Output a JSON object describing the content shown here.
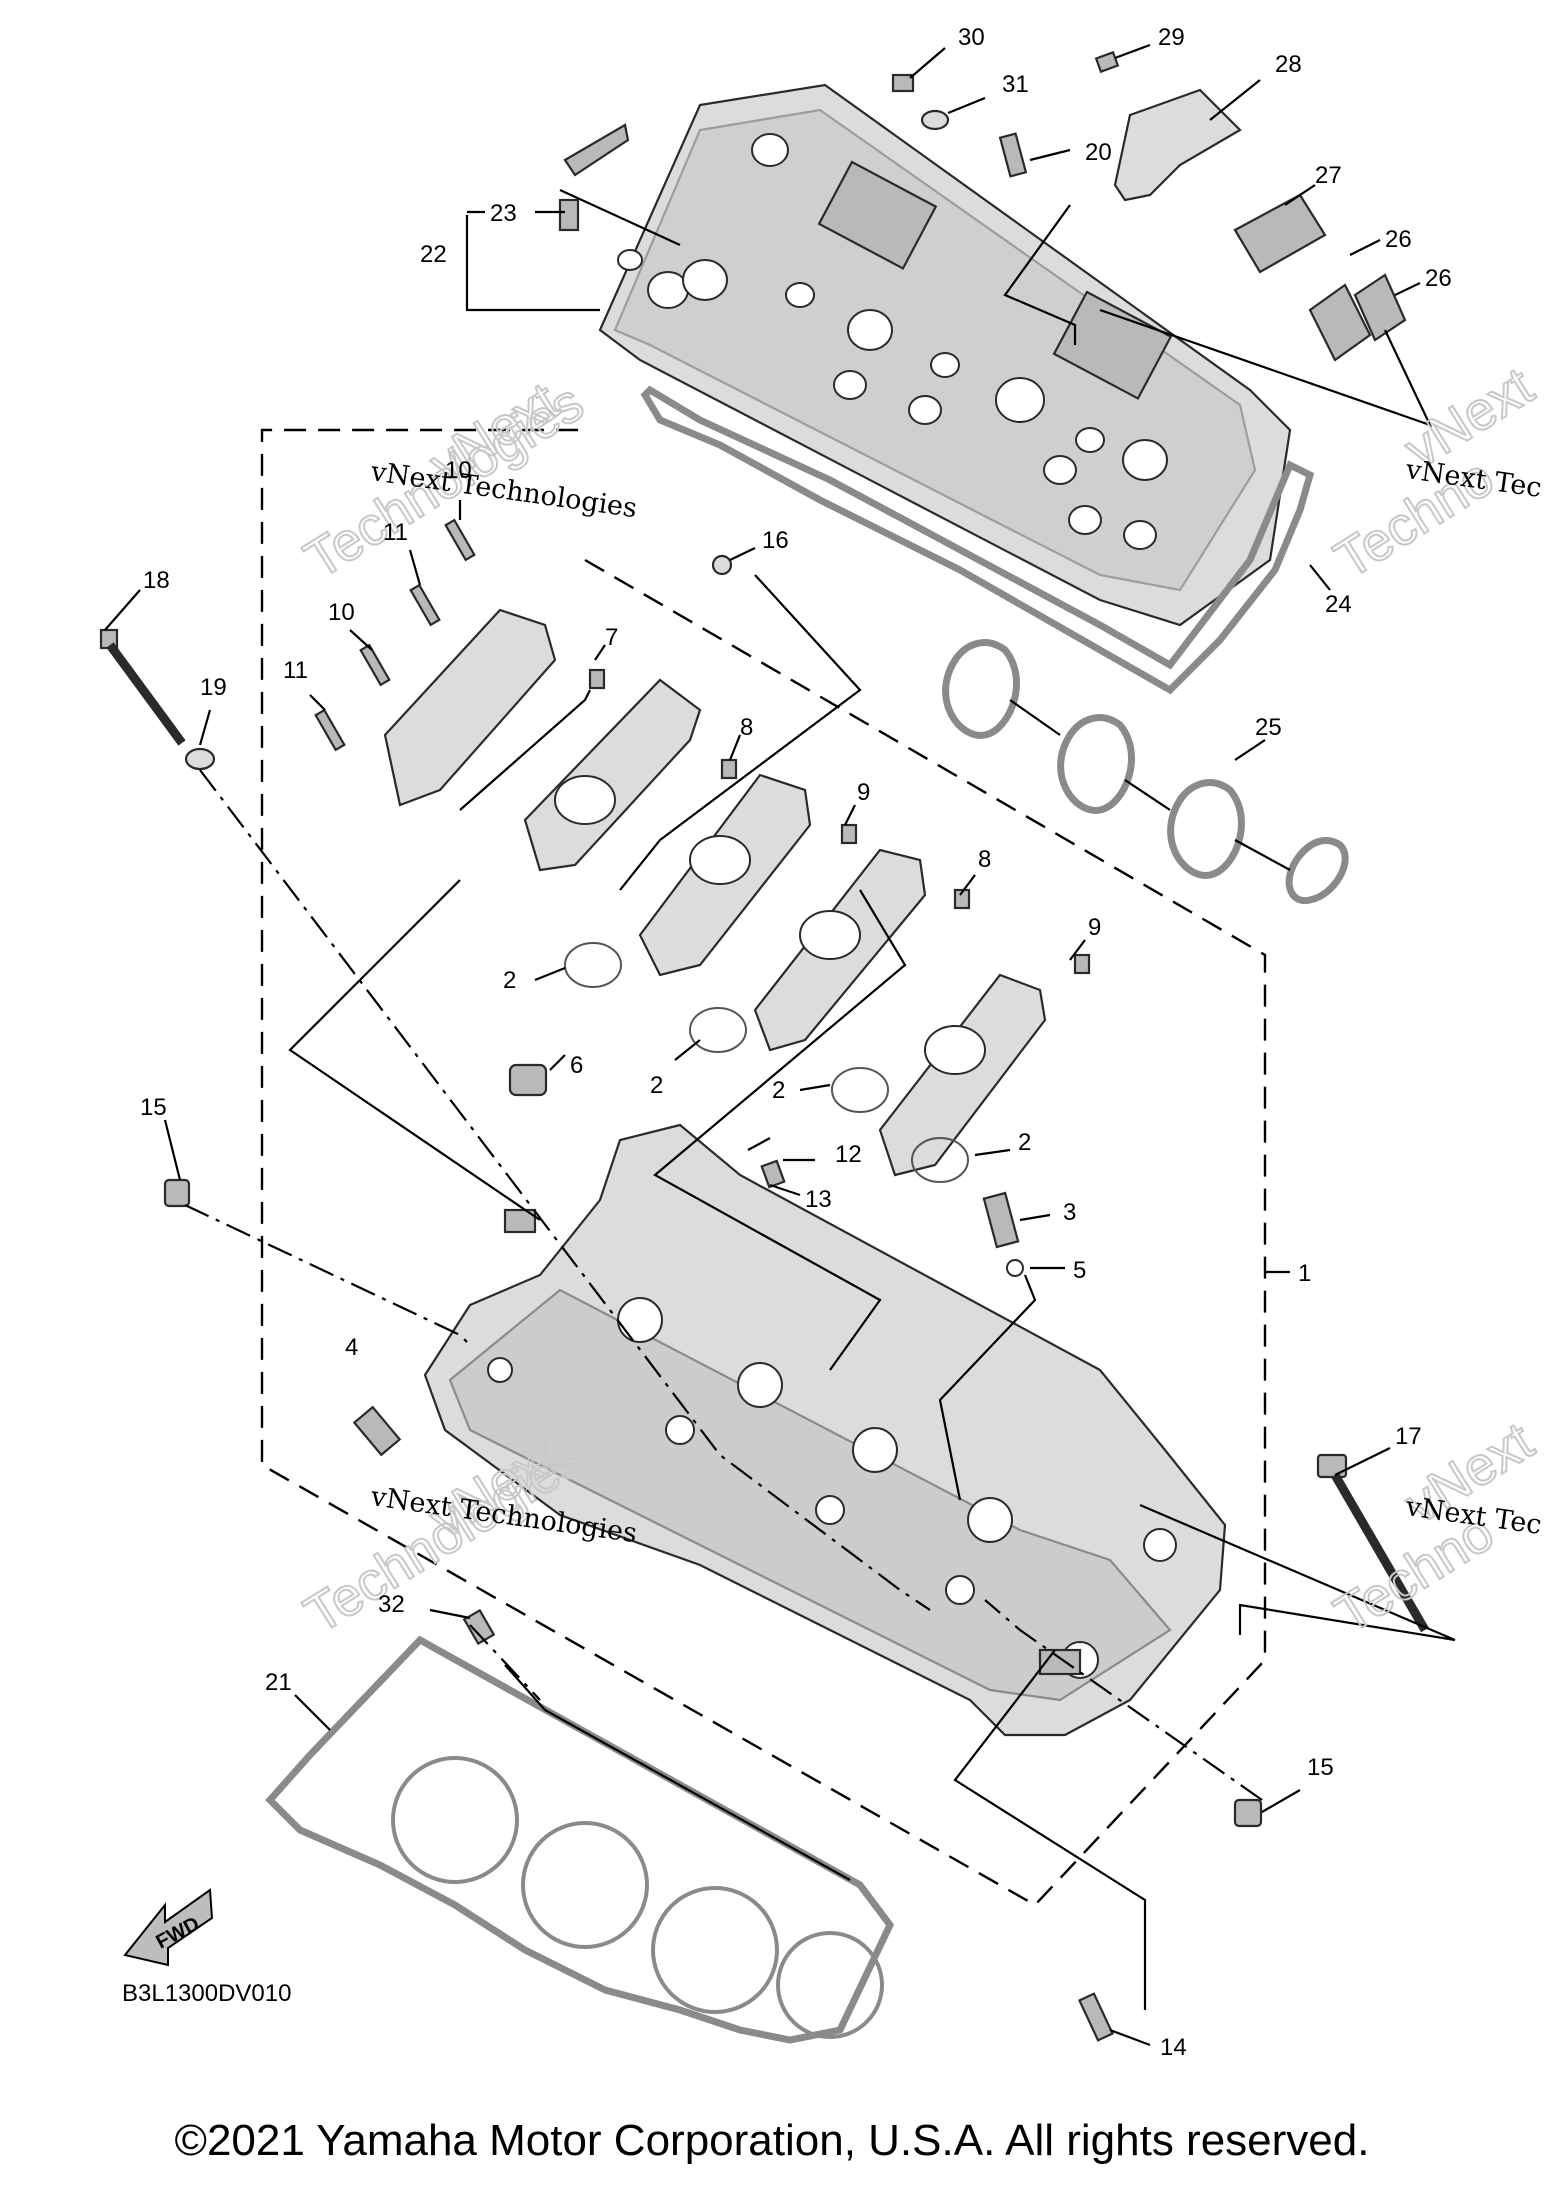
{
  "callouts": {
    "c1": "1",
    "c2": "2",
    "c3": "3",
    "c4": "4",
    "c5": "5",
    "c6": "6",
    "c7": "7",
    "c8": "8",
    "c9": "9",
    "c10": "10",
    "c11": "11",
    "c12": "12",
    "c13": "13",
    "c14": "14",
    "c15": "15",
    "c16": "16",
    "c17": "17",
    "c18": "18",
    "c19": "19",
    "c20": "20",
    "c21": "21",
    "c22": "22",
    "c23": "23",
    "c24": "24",
    "c25": "25",
    "c26": "26",
    "c27": "27",
    "c28": "28",
    "c29": "29",
    "c30": "30",
    "c31": "31",
    "c32": "32"
  },
  "watermark": {
    "line1": "vNext Technologies",
    "line1_cut": "vNext Tec",
    "big1": "vNext",
    "big2": "Technologies",
    "big2_cut": "Techno"
  },
  "fwd_label": "FWD",
  "diagram_code": "B3L1300DV010",
  "copyright": "©2021 Yamaha Motor Corporation, U.S.A. All rights reserved."
}
